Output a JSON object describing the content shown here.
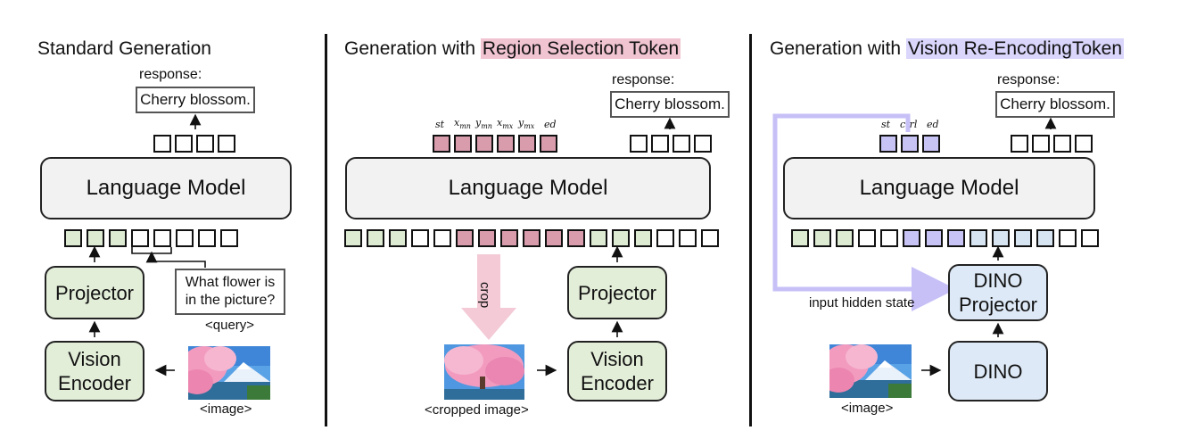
{
  "panels": {
    "standard": {
      "title": "Standard Generation",
      "response_label": "response:",
      "response_text": "Cherry blossom.",
      "language_model": "Language Model",
      "projector": "Projector",
      "vision_encoder_line1": "Vision",
      "vision_encoder_line2": "Encoder",
      "query_line1": "What flower is",
      "query_line2": "in the picture?",
      "query_caption": "<query>",
      "image_caption": "<image>"
    },
    "region": {
      "title_prefix": "Generation with ",
      "title_highlight": "Region Selection Token",
      "response_label": "response:",
      "response_text": "Cherry blossom.",
      "language_model": "Language Model",
      "projector": "Projector",
      "vision_encoder_line1": "Vision",
      "vision_encoder_line2": "Encoder",
      "crop_label": "crop",
      "image_caption": "<cropped image>",
      "tokens": {
        "st": "st",
        "xmn": "x",
        "xmn_sub": "mn",
        "ymn": "y",
        "ymn_sub": "mn",
        "xmx": "x",
        "xmx_sub": "mx",
        "ymx": "y",
        "ymx_sub": "mx",
        "ed": "ed"
      }
    },
    "vision": {
      "title_prefix": "Generation with ",
      "title_highlight": "Vision Re-EncodingToken",
      "response_label": "response:",
      "response_text": "Cherry blossom.",
      "language_model": "Language Model",
      "dino_projector_line1": "DINO",
      "dino_projector_line2": "Projector",
      "dino": "DINO",
      "hidden_state_label": "input hidden state",
      "image_caption": "<image>",
      "tokens": {
        "st": "st",
        "ctrl": "ctrl",
        "ed": "ed"
      }
    }
  },
  "colors": {
    "green_token": "#dcebd2",
    "pink_token": "#d89cad",
    "lavender_token": "#c7c3f5",
    "blue_token": "#d7e5f3",
    "pink_highlight": "#f1c4d2",
    "lavender_highlight": "#d9d5fb",
    "purple_arrow": "#c6c0f7",
    "crop_arrow": "#f3cad6"
  }
}
